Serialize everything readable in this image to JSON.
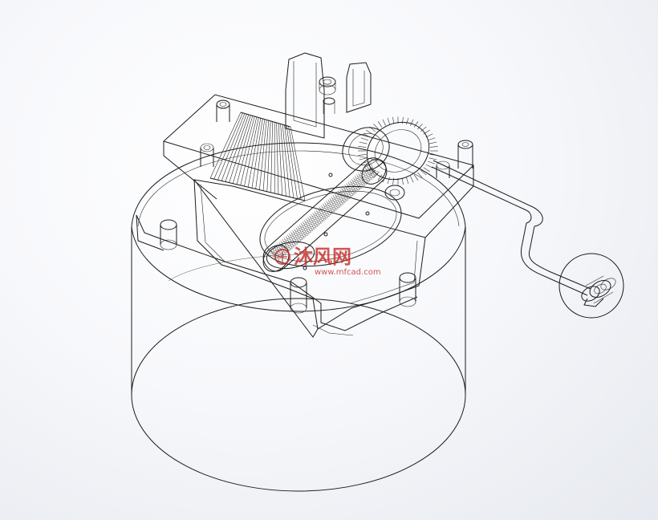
{
  "viewport": {
    "view_mode": "wireframe-transparent",
    "background_gradient": [
      "#ffffff",
      "#e6e9ef"
    ],
    "line_color": "#1c1c1c"
  },
  "model": {
    "parts": [
      {
        "name": "cylindrical-housing",
        "style": "hidden-lines-visible"
      },
      {
        "name": "mechanism-base-plate"
      },
      {
        "name": "comb-teeth"
      },
      {
        "name": "pin-cylinder"
      },
      {
        "name": "gear-train"
      },
      {
        "name": "hand-crank"
      },
      {
        "name": "crank-knob-detail-circle"
      }
    ]
  },
  "watermark": {
    "brand": "沐风网",
    "url": "www.mfcad.com",
    "color": "#c9302c"
  }
}
